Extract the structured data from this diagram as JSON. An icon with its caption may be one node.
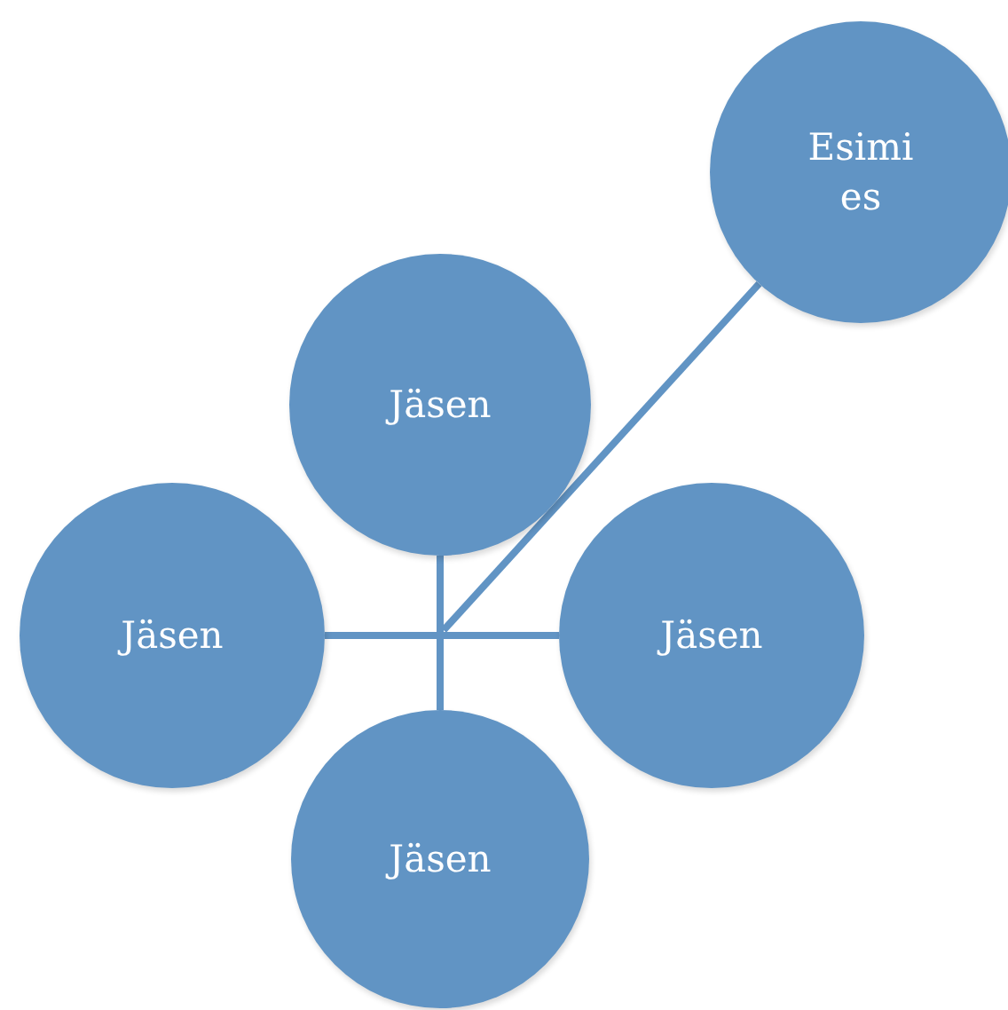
{
  "diagram": {
    "nodes": [
      {
        "text": [
          "Esimi es"
        ]
      },
      {
        "text": [
          "Jäsen"
        ]
      },
      {
        "text": [
          "Jäsen"
        ]
      },
      {
        "text": [
          "Jäsen"
        ]
      },
      {
        "text": [
          "Jäsen"
        ]
      }
    ],
    "edges": [
      {
        "from": 0,
        "to": null,
        "arrow": "none"
      },
      {
        "from": 1,
        "to": 4,
        "arrow": "none"
      },
      {
        "from": 2,
        "to": 3,
        "arrow": "none"
      }
    ]
  }
}
